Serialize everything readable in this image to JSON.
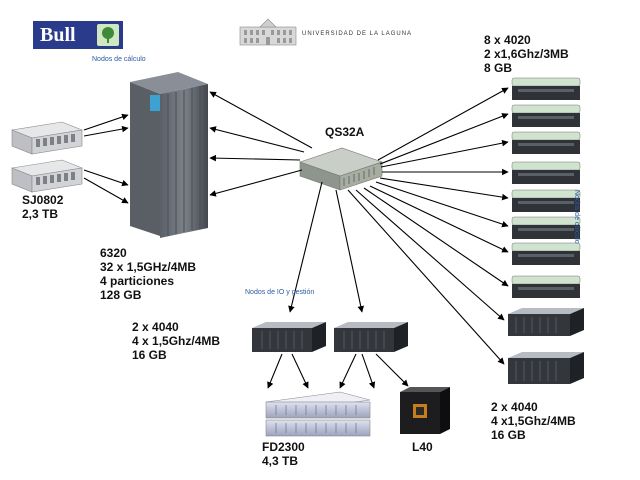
{
  "logos": {
    "bull": "Bull",
    "university": "UNIVERSIDAD DE LA LAGUNA"
  },
  "captions": {
    "compute_nodes_left": "Nodos de cálculo",
    "compute_nodes_right": "Nodos de cálculo",
    "io_nodes": "Nodos de IO y gestión"
  },
  "storage_sj": {
    "name": "SJ0802",
    "capacity": "2,3 TB"
  },
  "server_6320": {
    "model": "6320",
    "cpus": "32 x 1,5GHz/4MB",
    "partitions": "4 particiones",
    "memory": "128 GB"
  },
  "switch": {
    "name": "QS32A"
  },
  "nodes_4020": {
    "count_model": "8 x 4020",
    "cpus": "2 x1,6Ghz/3MB",
    "memory": "8 GB"
  },
  "io_4040": {
    "count_model": "2 x 4040",
    "cpus": "4 x 1,5Ghz/4MB",
    "memory": "16 GB"
  },
  "nodes_4040_right": {
    "count_model": "2 x 4040",
    "cpus": "4 x1,5Ghz/4MB",
    "memory": "16 GB"
  },
  "storage_fd": {
    "name": "FD2300",
    "capacity": "4,3 TB"
  },
  "tape_l40": {
    "name": "L40"
  }
}
